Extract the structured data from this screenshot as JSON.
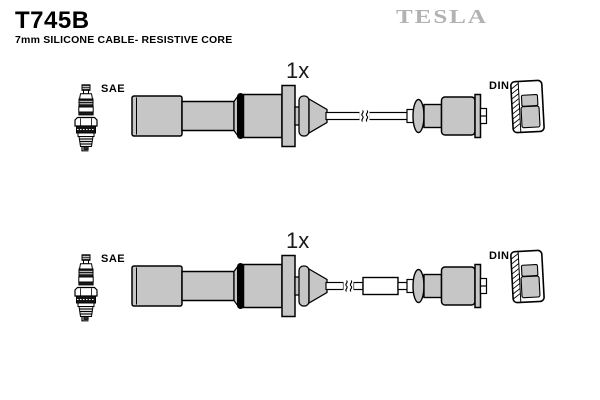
{
  "header": {
    "part_number": "T745B",
    "subtitle": "7mm SILICONE CABLE- RESISTIVE CORE",
    "brand": "TESLA"
  },
  "colors": {
    "background": "#ffffff",
    "part_fill": "#c6c6c6",
    "outline": "#000000",
    "brand_gray": "#b2b2b2"
  },
  "rows": [
    {
      "plug_standard_label": "SAE",
      "quantity_label": "1x",
      "terminal_standard_label": "DIN"
    },
    {
      "plug_standard_label": "SAE",
      "quantity_label": "1x",
      "terminal_standard_label": "DIN"
    }
  ]
}
